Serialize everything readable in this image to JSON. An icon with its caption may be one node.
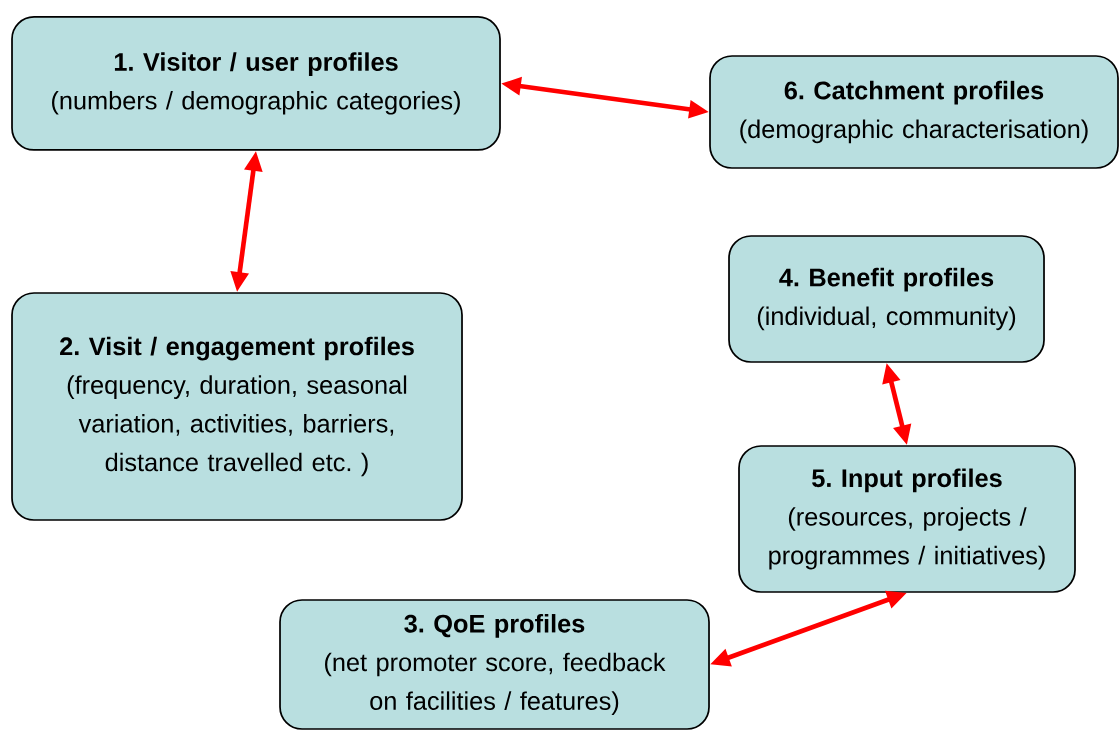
{
  "diagram": {
    "nodes": [
      {
        "text": [
          "1. Visitor / user profiles",
          "(numbers / demographic categories)"
        ]
      },
      {
        "text": [
          "6. Catchment profiles",
          "(demographic characterisation)"
        ]
      },
      {
        "text": [
          "2. Visit / engagement profiles",
          "(frequency, duration, seasonal variation, activities, barriers, distance travelled etc. )"
        ]
      },
      {
        "text": [
          "4. Benefit profiles",
          "(individual, community)"
        ]
      },
      {
        "text": [
          "5. Input profiles",
          "(resources, projects / programmes / initiatives)"
        ]
      },
      {
        "text": [
          "3. QoE profiles",
          "(net promoter score, feedback on facilities / features)"
        ]
      }
    ],
    "edges": [
      {
        "from": 0,
        "to": 1,
        "arrow": "both"
      },
      {
        "from": 0,
        "to": 2,
        "arrow": "both"
      },
      {
        "from": 3,
        "to": 4,
        "arrow": "both"
      },
      {
        "from": 4,
        "to": 5,
        "arrow": "both"
      }
    ]
  }
}
